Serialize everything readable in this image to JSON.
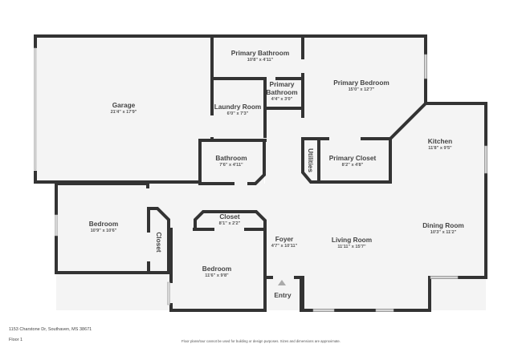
{
  "floorplan": {
    "floor": "Floor 1",
    "address": "1153 Charstone Dr, Southaven, MS 38671",
    "disclaimer": "Floor plans/tour cannot be used for building or design purposes. Sizes and dimensions are approximate.",
    "entry_label": "Entry",
    "rooms": [
      {
        "id": "garage",
        "name": "Garage",
        "dim": "21'4\" x 17'9\""
      },
      {
        "id": "primary-bathroom",
        "name": "Primary Bathroom",
        "dim": "10'8\" x 4'11\""
      },
      {
        "id": "primary-bathroom-small-line1",
        "name": "Primary",
        "dim": "4'4\" x 3'0\""
      },
      {
        "id": "laundry-room",
        "name": "Laundry Room",
        "dim": "6'0\" x 7'3\""
      },
      {
        "id": "primary-bedroom",
        "name": "Primary Bedroom",
        "dim": "15'0\" x 12'7\""
      },
      {
        "id": "bathroom",
        "name": "Bathroom",
        "dim": "7'6\" x 4'11\""
      },
      {
        "id": "utilities",
        "name": "Utilities",
        "dim": ""
      },
      {
        "id": "primary-closet",
        "name": "Primary Closet",
        "dim": "8'2\" x 4'8\""
      },
      {
        "id": "kitchen",
        "name": "Kitchen",
        "dim": "11'8\" x 9'5\""
      },
      {
        "id": "bedroom-left",
        "name": "Bedroom",
        "dim": "10'9\" x 10'6\""
      },
      {
        "id": "closet-vertical",
        "name": "Closet",
        "dim": ""
      },
      {
        "id": "closet-top",
        "name": "Closet",
        "dim": "8'1\" x 2'2\""
      },
      {
        "id": "bedroom-center",
        "name": "Bedroom",
        "dim": "11'6\" x 9'8\""
      },
      {
        "id": "foyer",
        "name": "Foyer",
        "dim": "4'7\" x 10'11\""
      },
      {
        "id": "living-room",
        "name": "Living Room",
        "dim": "11'11\" x 15'7\""
      },
      {
        "id": "dining-room",
        "name": "Dining Room",
        "dim": "10'3\" x 11'2\""
      }
    ],
    "primary_bathroom_small_line2": "Bathroom"
  },
  "colors": {
    "wall": "#333333",
    "room_fill": "#f4f4f4",
    "window": "#d6d6d6",
    "text": "#444444"
  }
}
